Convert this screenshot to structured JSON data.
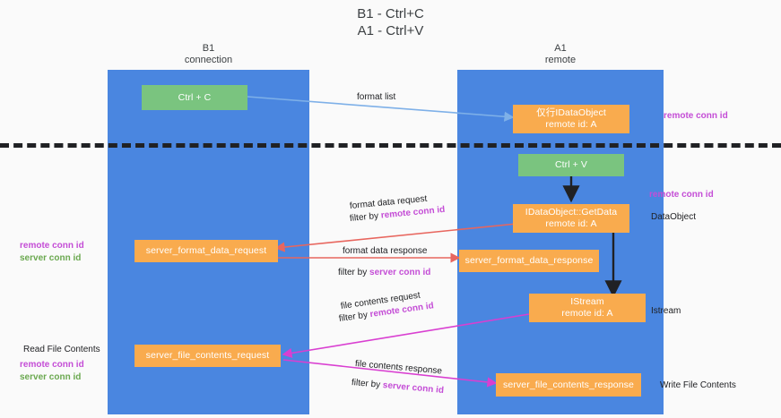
{
  "title": "B1 - Ctrl+C\nA1 - Ctrl+V",
  "columns": {
    "left": "B1\nconnection",
    "right": "A1\nremote"
  },
  "boxes": {
    "ctrl_c": "Ctrl + C",
    "idataobject_top": "仅行IDataObject\nremote id: A",
    "ctrl_v": "Ctrl + V",
    "getdata": "IDataObject::GetData\nremote id: A",
    "server_format_data_request": "server_format_data_request",
    "server_format_data_response": "server_format_data_response",
    "istream": "IStream\nremote id: A",
    "server_file_contents_request": "server_file_contents_request",
    "server_file_contents_response": "server_file_contents_response"
  },
  "edges": {
    "format_list": "format list",
    "format_data_request": "format data request",
    "format_data_request_filter_pre": "filter by ",
    "format_data_request_filter_kw": "remote conn id",
    "format_data_response": "format data response",
    "format_data_response_filter_pre": "filter by ",
    "format_data_response_filter_kw": "server conn id",
    "file_contents_request": "file contents request",
    "file_contents_request_filter_pre": "filter by ",
    "file_contents_request_filter_kw": "remote conn id",
    "file_contents_response": "file contents response",
    "file_contents_response_filter_pre": "filter by ",
    "file_contents_response_filter_kw": "server conn id"
  },
  "annotations": {
    "right_remote_conn_id_top": "remote conn id",
    "right_remote_conn_id_mid": "remote conn id",
    "right_dataobject": "DataObject",
    "right_istream": "Istream",
    "right_write_file_contents": "Write File Contents",
    "left_remote_conn_id": "remote conn id",
    "left_server_conn_id": "server conn id",
    "left_read_file_contents": "Read File Contents",
    "left_bottom_remote_conn_id": "remote conn id",
    "left_bottom_server_conn_id": "server conn id"
  },
  "colors": {
    "lane": "#4a86e0",
    "green_box": "#7ac47f",
    "orange_box": "#f9ab4e",
    "purple_keyword": "#c44dd6",
    "green_keyword": "#6aa84f",
    "divider": "#202124",
    "arrow_blue": "#7eb0e8",
    "arrow_red": "#e8665e",
    "arrow_magenta": "#d93fd1",
    "arrow_black": "#202124"
  }
}
